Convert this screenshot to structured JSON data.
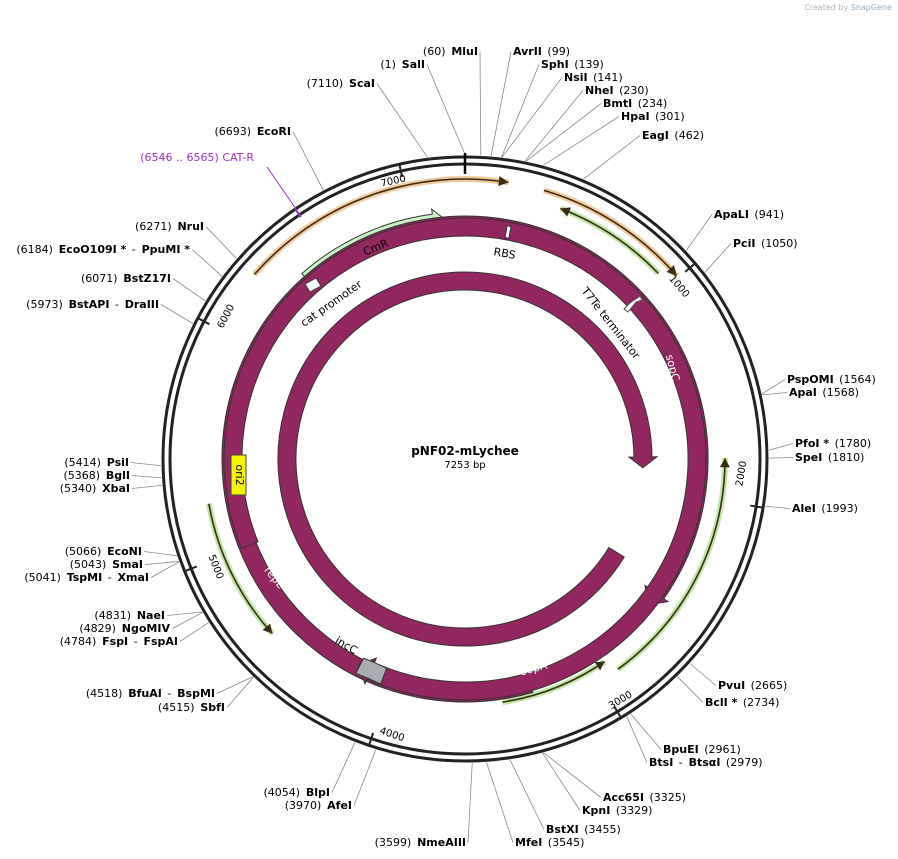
{
  "credit": {
    "prefix": "Created by",
    "brand": "SnapGene"
  },
  "plasmid": {
    "name": "pNF02-mLychee",
    "size_label": "7253 bp",
    "length": 7253
  },
  "ticks": [
    {
      "pos": 1000,
      "label": "1000"
    },
    {
      "pos": 2000,
      "label": "2000"
    },
    {
      "pos": 3000,
      "label": "3000"
    },
    {
      "pos": 4000,
      "label": "4000"
    },
    {
      "pos": 5000,
      "label": "5000"
    },
    {
      "pos": 6000,
      "label": "6000"
    },
    {
      "pos": 7000,
      "label": "7000"
    }
  ],
  "sites": [
    {
      "id": "sali",
      "pos": 1,
      "left": true,
      "parts": [
        [
          "(1)",
          "p"
        ],
        [
          "SalI",
          "n"
        ]
      ]
    },
    {
      "id": "mlui",
      "pos": 60,
      "left": true,
      "parts": [
        [
          "(60)",
          "p"
        ],
        [
          "MluI",
          "n"
        ]
      ]
    },
    {
      "id": "avrii",
      "pos": 99,
      "left": false,
      "parts": [
        [
          "AvrII",
          "n"
        ],
        [
          "(99)",
          "p"
        ]
      ]
    },
    {
      "id": "sphi",
      "pos": 139,
      "left": false,
      "parts": [
        [
          "SphI",
          "n"
        ],
        [
          "(139)",
          "p"
        ]
      ]
    },
    {
      "id": "nsii",
      "pos": 141,
      "left": false,
      "parts": [
        [
          "NsiI",
          "n"
        ],
        [
          "(141)",
          "p"
        ]
      ]
    },
    {
      "id": "nhei",
      "pos": 230,
      "left": false,
      "parts": [
        [
          "NheI",
          "n"
        ],
        [
          "(230)",
          "p"
        ]
      ]
    },
    {
      "id": "bmti",
      "pos": 234,
      "left": false,
      "parts": [
        [
          "BmtI",
          "n"
        ],
        [
          "(234)",
          "p"
        ]
      ]
    },
    {
      "id": "hpai",
      "pos": 301,
      "left": false,
      "parts": [
        [
          "HpaI",
          "n"
        ],
        [
          "(301)",
          "p"
        ]
      ]
    },
    {
      "id": "eagi",
      "pos": 462,
      "left": false,
      "parts": [
        [
          "EagI",
          "n"
        ],
        [
          "(462)",
          "p"
        ]
      ]
    },
    {
      "id": "apali",
      "pos": 941,
      "left": false,
      "parts": [
        [
          "ApaLI",
          "n"
        ],
        [
          "(941)",
          "p"
        ]
      ]
    },
    {
      "id": "pcii",
      "pos": 1050,
      "left": false,
      "parts": [
        [
          "PciI",
          "n"
        ],
        [
          "(1050)",
          "p"
        ]
      ]
    },
    {
      "id": "pspomi",
      "pos": 1564,
      "left": false,
      "parts": [
        [
          "PspOMI",
          "n"
        ],
        [
          "(1564)",
          "p"
        ]
      ]
    },
    {
      "id": "apai",
      "pos": 1568,
      "left": false,
      "parts": [
        [
          "ApaI",
          "n"
        ],
        [
          "(1568)",
          "p"
        ]
      ]
    },
    {
      "id": "pfoi",
      "pos": 1780,
      "left": false,
      "parts": [
        [
          "PfoI *",
          "n"
        ],
        [
          "(1780)",
          "p"
        ]
      ]
    },
    {
      "id": "spei",
      "pos": 1810,
      "left": false,
      "parts": [
        [
          "SpeI",
          "n"
        ],
        [
          "(1810)",
          "p"
        ]
      ]
    },
    {
      "id": "alei",
      "pos": 1993,
      "left": false,
      "parts": [
        [
          "AleI",
          "n"
        ],
        [
          "(1993)",
          "p"
        ]
      ]
    },
    {
      "id": "pvui",
      "pos": 2665,
      "left": false,
      "parts": [
        [
          "PvuI",
          "n"
        ],
        [
          "(2665)",
          "p"
        ]
      ]
    },
    {
      "id": "bcli",
      "pos": 2734,
      "left": false,
      "parts": [
        [
          "BclI *",
          "n"
        ],
        [
          "(2734)",
          "p"
        ]
      ]
    },
    {
      "id": "bpuei",
      "pos": 2961,
      "left": false,
      "parts": [
        [
          "BpuEI",
          "n"
        ],
        [
          "(2961)",
          "p"
        ]
      ]
    },
    {
      "id": "btsi",
      "pos": 2979,
      "left": false,
      "parts": [
        [
          "BtsI",
          "n"
        ],
        [
          "-",
          "p"
        ],
        [
          "BtsαI",
          "n"
        ],
        [
          "(2979)",
          "p"
        ]
      ]
    },
    {
      "id": "acc65i",
      "pos": 3325,
      "left": false,
      "parts": [
        [
          "Acc65I",
          "n"
        ],
        [
          "(3325)",
          "p"
        ]
      ]
    },
    {
      "id": "kpni",
      "pos": 3329,
      "left": false,
      "parts": [
        [
          "KpnI",
          "n"
        ],
        [
          "(3329)",
          "p"
        ]
      ]
    },
    {
      "id": "bstxi",
      "pos": 3455,
      "left": false,
      "parts": [
        [
          "BstXI",
          "n"
        ],
        [
          "(3455)",
          "p"
        ]
      ]
    },
    {
      "id": "mfei",
      "pos": 3545,
      "left": false,
      "parts": [
        [
          "MfeI",
          "n"
        ],
        [
          "(3545)",
          "p"
        ]
      ]
    },
    {
      "id": "nmeaiii",
      "pos": 3599,
      "left": true,
      "parts": [
        [
          "(3599)",
          "p"
        ],
        [
          "NmeAIII",
          "n"
        ]
      ]
    },
    {
      "id": "afei",
      "pos": 3970,
      "left": true,
      "parts": [
        [
          "(3970)",
          "p"
        ],
        [
          "AfeI",
          "n"
        ]
      ]
    },
    {
      "id": "blpi",
      "pos": 4054,
      "left": true,
      "parts": [
        [
          "(4054)",
          "p"
        ],
        [
          "BlpI",
          "n"
        ]
      ]
    },
    {
      "id": "sbfi",
      "pos": 4515,
      "left": true,
      "parts": [
        [
          "(4515)",
          "p"
        ],
        [
          "SbfI",
          "n"
        ]
      ]
    },
    {
      "id": "bfuai",
      "pos": 4518,
      "left": true,
      "parts": [
        [
          "(4518)",
          "p"
        ],
        [
          "BfuAI",
          "n"
        ],
        [
          "-",
          "p"
        ],
        [
          "BspMI",
          "n"
        ]
      ]
    },
    {
      "id": "fspi",
      "pos": 4784,
      "left": true,
      "parts": [
        [
          "(4784)",
          "p"
        ],
        [
          "FspI",
          "n"
        ],
        [
          "-",
          "p"
        ],
        [
          "FspAI",
          "n"
        ]
      ]
    },
    {
      "id": "ngomiv",
      "pos": 4829,
      "left": true,
      "parts": [
        [
          "(4829)",
          "p"
        ],
        [
          "NgoMIV",
          "n"
        ]
      ]
    },
    {
      "id": "naei",
      "pos": 4831,
      "left": true,
      "parts": [
        [
          "(4831)",
          "p"
        ],
        [
          "NaeI",
          "n"
        ]
      ]
    },
    {
      "id": "tspmi",
      "pos": 5041,
      "left": true,
      "parts": [
        [
          "(5041)",
          "p"
        ],
        [
          "TspMI",
          "n"
        ],
        [
          "-",
          "p"
        ],
        [
          "XmaI",
          "n"
        ]
      ]
    },
    {
      "id": "smai",
      "pos": 5043,
      "left": true,
      "parts": [
        [
          "(5043)",
          "p"
        ],
        [
          "SmaI",
          "n"
        ]
      ]
    },
    {
      "id": "econi",
      "pos": 5066,
      "left": true,
      "parts": [
        [
          "(5066)",
          "p"
        ],
        [
          "EcoNI",
          "n"
        ]
      ]
    },
    {
      "id": "xbai",
      "pos": 5340,
      "left": true,
      "parts": [
        [
          "(5340)",
          "p"
        ],
        [
          "XbaI",
          "n"
        ]
      ]
    },
    {
      "id": "bgli",
      "pos": 5368,
      "left": true,
      "parts": [
        [
          "(5368)",
          "p"
        ],
        [
          "BglI",
          "n"
        ]
      ]
    },
    {
      "id": "psii",
      "pos": 5414,
      "left": true,
      "parts": [
        [
          "(5414)",
          "p"
        ],
        [
          "PsiI",
          "n"
        ]
      ]
    },
    {
      "id": "bstapi",
      "pos": 5973,
      "left": true,
      "parts": [
        [
          "(5973)",
          "p"
        ],
        [
          "BstAPI",
          "n"
        ],
        [
          "-",
          "p"
        ],
        [
          "DraIII",
          "n"
        ]
      ]
    },
    {
      "id": "bstz17i",
      "pos": 6071,
      "left": true,
      "parts": [
        [
          "(6071)",
          "p"
        ],
        [
          "BstZ17I",
          "n"
        ]
      ]
    },
    {
      "id": "ecoo109i",
      "pos": 6184,
      "left": true,
      "parts": [
        [
          "(6184)",
          "p"
        ],
        [
          "EcoO109I *",
          "n"
        ],
        [
          "-",
          "p"
        ],
        [
          "PpuMI *",
          "n"
        ]
      ]
    },
    {
      "id": "nrui",
      "pos": 6271,
      "left": true,
      "parts": [
        [
          "(6271)",
          "p"
        ],
        [
          "NruI",
          "n"
        ]
      ]
    },
    {
      "id": "ecori",
      "pos": 6693,
      "left": true,
      "parts": [
        [
          "(6693)",
          "p"
        ],
        [
          "EcoRI",
          "n"
        ]
      ]
    },
    {
      "id": "scai",
      "pos": 7110,
      "left": true,
      "parts": [
        [
          "(7110)",
          "p"
        ],
        [
          "ScaI",
          "n"
        ]
      ]
    }
  ],
  "primer": {
    "label": "(6546 .. 6565)  CAT-R",
    "pos": 6555,
    "color": "#9b2fc7"
  },
  "features": {
    "cmr": {
      "label": "CmR",
      "color": "#c8f7c5"
    },
    "cat_promoter": {
      "label": "cat promoter"
    },
    "rbs": {
      "label": "RBS"
    },
    "t7te": {
      "label": "T7Te terminator"
    },
    "sopc": {
      "label": "sopC",
      "color": "#4a5560"
    },
    "sopb": {
      "label": "sopB",
      "color": "#92265e"
    },
    "sopa": {
      "label": "sopA",
      "color": "#92265e"
    },
    "repe": {
      "label": "repE",
      "color": "#92265e"
    },
    "incc": {
      "label": "incC",
      "color": "#a9adb3"
    },
    "ori2": {
      "label": "ori2",
      "color": "#f5f500"
    }
  },
  "colors": {
    "orf_orange": "#e8a14a",
    "orf_green": "#8bd35b"
  }
}
